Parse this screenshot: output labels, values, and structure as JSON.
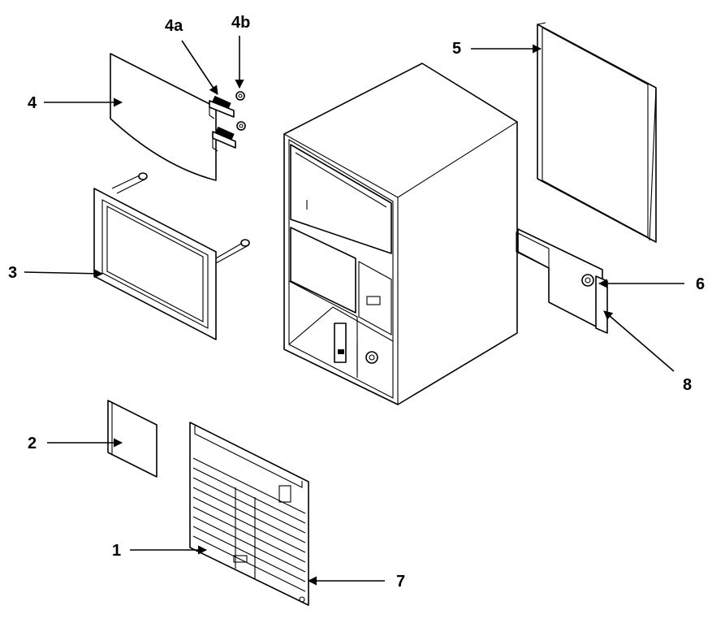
{
  "callouts": {
    "c1": "1",
    "c2": "2",
    "c3": "3",
    "c4": "4",
    "c4a": "4a",
    "c4b": "4b",
    "c5": "5",
    "c6": "6",
    "c7": "7",
    "c8": "8"
  }
}
